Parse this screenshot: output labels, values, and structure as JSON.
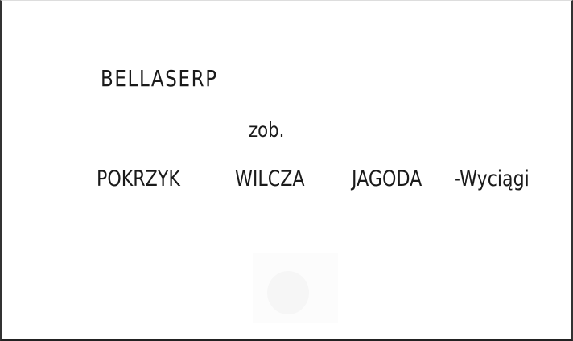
{
  "card": {
    "headword": "BELLASERP",
    "see_label": "zob.",
    "reference": {
      "word1": "POKRZYK",
      "word2": "WILCZA",
      "word3": "JAGODA",
      "suffix": "-Wyciągi"
    }
  }
}
